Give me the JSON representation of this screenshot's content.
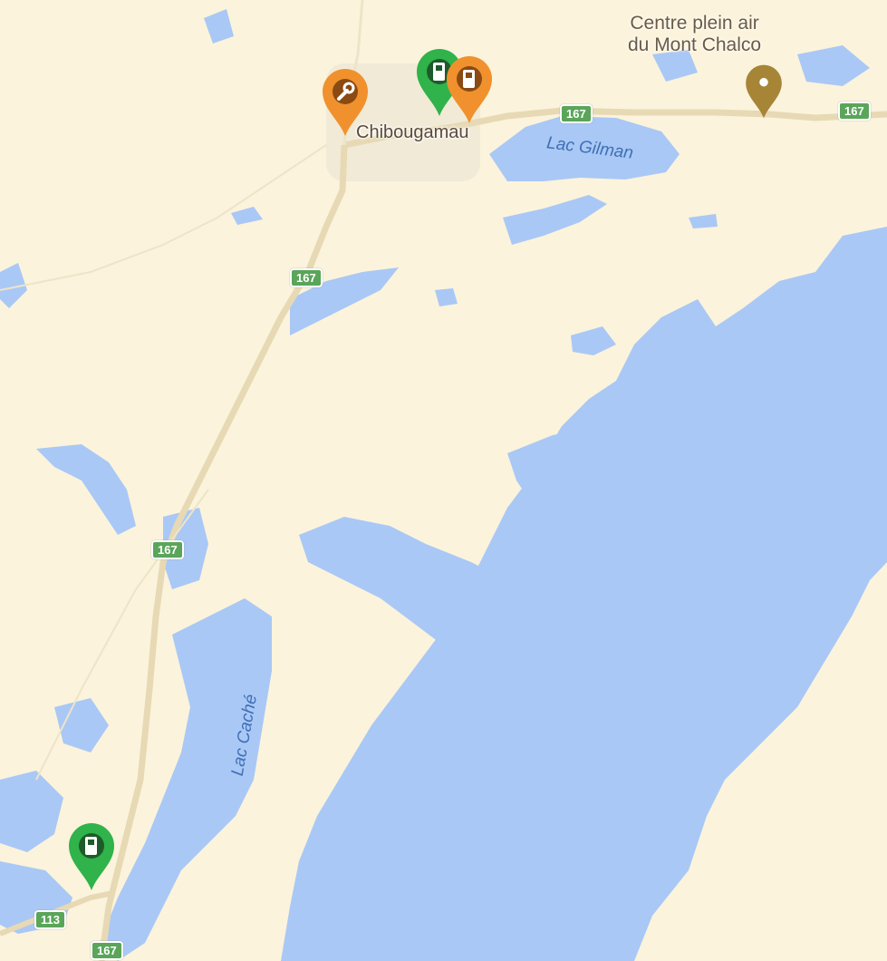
{
  "places": {
    "chibougamau": "Chibougamau",
    "chalco_line1": "Centre plein air",
    "chalco_line2": "du Mont Chalco"
  },
  "water": {
    "gilman": "Lac Gilman",
    "cache": "Lac Caché"
  },
  "routes": [
    "167",
    "167",
    "167",
    "167",
    "113",
    "167"
  ],
  "markers": [
    {
      "type": "repair",
      "icon": "wrench-icon",
      "color": "#f0912e"
    },
    {
      "type": "fuel",
      "icon": "fuel-pump-icon",
      "color": "#2fb34a"
    },
    {
      "type": "fuel",
      "icon": "fuel-pump-icon",
      "color": "#f0912e"
    },
    {
      "type": "poi",
      "icon": "dot-icon",
      "color": "#a68537"
    },
    {
      "type": "fuel",
      "icon": "fuel-pump-icon",
      "color": "#2fb34a"
    }
  ],
  "colors": {
    "land": "#fbf3dc",
    "water": "#a9c8f5",
    "road": "#e7d9b4",
    "marker_green": "#2fb34a",
    "marker_orange": "#f0912e",
    "marker_gold": "#a68537"
  }
}
